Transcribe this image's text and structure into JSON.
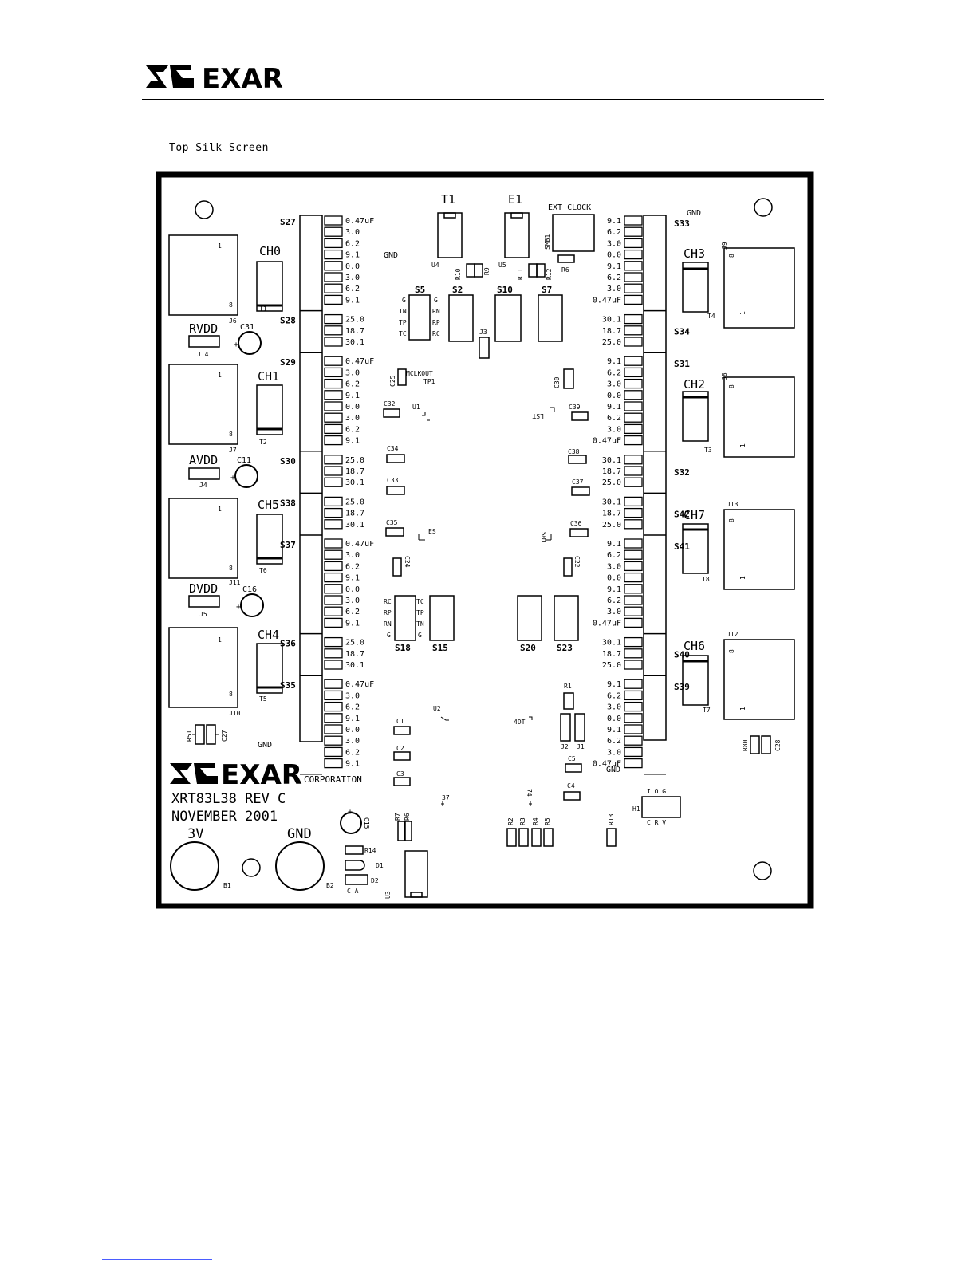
{
  "header": {
    "logo_text": "EXAR"
  },
  "view_title": "Top Silk Screen",
  "board": {
    "logo_text": "EXAR",
    "logo_corp": "CORPORATION",
    "part_line": "XRT83L38  REV  C",
    "date_line": "NOVEMBER  2001",
    "power": {
      "v3": "3V",
      "gnd": "GND",
      "b1": "B1",
      "b2": "B2"
    },
    "top_parts": {
      "t1": "T1",
      "e1": "E1",
      "ext_clock": "EXT CLOCK",
      "smb1": "SMB1",
      "r6": "R6",
      "u4": "U4",
      "u5": "U5",
      "r10": "R10",
      "r9": "R9",
      "r11": "R11",
      "r12": "R12",
      "gnd_top": "GND",
      "gnd_right": "GND"
    },
    "channels": [
      {
        "name": "CH0",
        "xfmr": "T1",
        "jack": "J6"
      },
      {
        "name": "CH1",
        "xfmr": "T2",
        "jack": "J7"
      },
      {
        "name": "CH5",
        "xfmr": "T6",
        "jack": "J11"
      },
      {
        "name": "CH4",
        "xfmr": "T5",
        "jack": "J10"
      },
      {
        "name": "CH3",
        "xfmr": "T4",
        "jack": "J9"
      },
      {
        "name": "CH2",
        "xfmr": "T3",
        "jack": "J8"
      },
      {
        "name": "CH7",
        "xfmr": "T8",
        "jack": "J13"
      },
      {
        "name": "CH6",
        "xfmr": "T7",
        "jack": "J12"
      }
    ],
    "supplies": [
      {
        "name": "RVDD",
        "jumper": "J14",
        "cap": "C31"
      },
      {
        "name": "AVDD",
        "jumper": "J4",
        "cap": "C11"
      },
      {
        "name": "DVDD",
        "jumper": "J5",
        "cap": "C16"
      }
    ],
    "switch_left": [
      {
        "name": "S27",
        "values": [
          "0.47uF",
          "3.0",
          "6.2",
          "9.1",
          "0.0",
          "3.0",
          "6.2",
          "9.1"
        ]
      },
      {
        "name": "S28",
        "values": [
          "25.0",
          "18.7",
          "30.1"
        ]
      },
      {
        "name": "S29",
        "values": [
          "0.47uF",
          "3.0",
          "6.2",
          "9.1",
          "0.0",
          "3.0",
          "6.2",
          "9.1"
        ]
      },
      {
        "name": "S30",
        "values": [
          "25.0",
          "18.7",
          "30.1"
        ]
      },
      {
        "name": "S38",
        "values": [
          "25.0",
          "18.7",
          "30.1"
        ]
      },
      {
        "name": "S37",
        "values": [
          "0.47uF",
          "3.0",
          "6.2",
          "9.1",
          "0.0",
          "3.0",
          "6.2",
          "9.1"
        ]
      },
      {
        "name": "S36",
        "values": [
          "25.0",
          "18.7",
          "30.1"
        ]
      },
      {
        "name": "S35",
        "values": [
          "0.47uF",
          "3.0",
          "6.2",
          "9.1",
          "0.0",
          "3.0",
          "6.2",
          "9.1"
        ]
      }
    ],
    "switch_right": [
      {
        "name": "S33",
        "values": [
          "9.1",
          "6.2",
          "3.0",
          "0.0",
          "9.1",
          "6.2",
          "3.0",
          "0.47uF"
        ]
      },
      {
        "name": "S34",
        "values": [
          "30.1",
          "18.7",
          "25.0"
        ]
      },
      {
        "name": "S31",
        "values": [
          "9.1",
          "6.2",
          "3.0",
          "0.0",
          "9.1",
          "6.2",
          "3.0",
          "0.47uF"
        ]
      },
      {
        "name": "S32",
        "values": [
          "30.1",
          "18.7",
          "25.0"
        ]
      },
      {
        "name": "S42",
        "values": [
          "30.1",
          "18.7",
          "25.0"
        ]
      },
      {
        "name": "S41",
        "values": [
          "9.1",
          "6.2",
          "3.0",
          "0.0",
          "9.1",
          "6.2",
          "3.0",
          "0.47uF"
        ]
      },
      {
        "name": "S40",
        "values": [
          "30.1",
          "18.7",
          "25.0"
        ]
      },
      {
        "name": "S39",
        "values": [
          "9.1",
          "6.2",
          "3.0",
          "0.0",
          "9.1",
          "6.2",
          "3.0",
          "0.47uF"
        ]
      }
    ],
    "center_switches": {
      "s5": "S5",
      "s2": "S2",
      "s10": "S10",
      "s7": "S7",
      "s18": "S18",
      "s15": "S15",
      "s20": "S20",
      "s23": "S23"
    },
    "s5_pins_left": [
      "G",
      "TN",
      "TP",
      "TC"
    ],
    "s5_pins_right": [
      "G",
      "RN",
      "RP",
      "RC"
    ],
    "s18_pins_left": [
      "RC",
      "RP",
      "RN",
      "G"
    ],
    "s18_pins_right": [
      "TC",
      "TP",
      "TN",
      "G"
    ],
    "center_labels": {
      "j3": "J3",
      "c25": "C25",
      "mclkout": "MCLKOUT",
      "tp1": "TP1",
      "c30": "C30",
      "c32": "C32",
      "u1": "U1",
      "c39": "C39",
      "c34": "C34",
      "c38": "C38",
      "c33": "C33",
      "c37": "C37",
      "c35": "C35",
      "c36": "C36",
      "c24": "C24",
      "c22": "C22",
      "c1": "C1",
      "c2": "C2",
      "c3": "C3",
      "c4": "C4",
      "c5": "C5",
      "u2": "U2",
      "r1": "R1",
      "j2": "J2",
      "j1": "J1",
      "r7": "R7",
      "r8": "R6",
      "c15": "C15",
      "r14": "R14",
      "d1": "D1",
      "d2": "D2",
      "u3": "U3",
      "r2": "R2",
      "r3": "R3",
      "r4": "R4",
      "r5": "R5",
      "r13": "R13",
      "h1": "H1",
      "gnd_bottom": "GND",
      "gnd_mid": "GND",
      "r51": "R51",
      "c27": "C27",
      "r80": "R80",
      "c28": "C28",
      "ca": "C   A",
      "h1_top": "I O G",
      "h1_bot": "C R V"
    }
  }
}
